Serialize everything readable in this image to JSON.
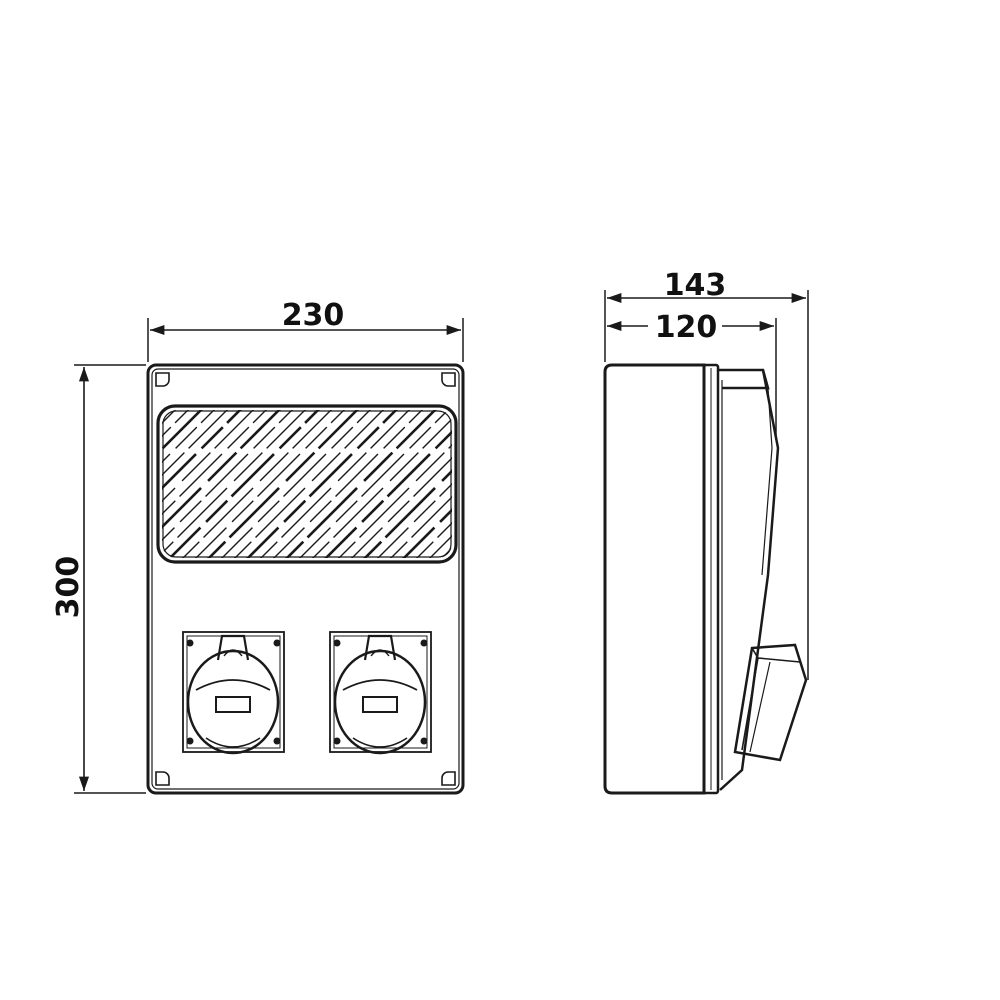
{
  "dimensions": {
    "front_width": "230",
    "front_height": "300",
    "side_total_depth": "143",
    "side_body_depth": "120"
  },
  "colors": {
    "line": "#1a1a1a",
    "background": "#ffffff"
  }
}
